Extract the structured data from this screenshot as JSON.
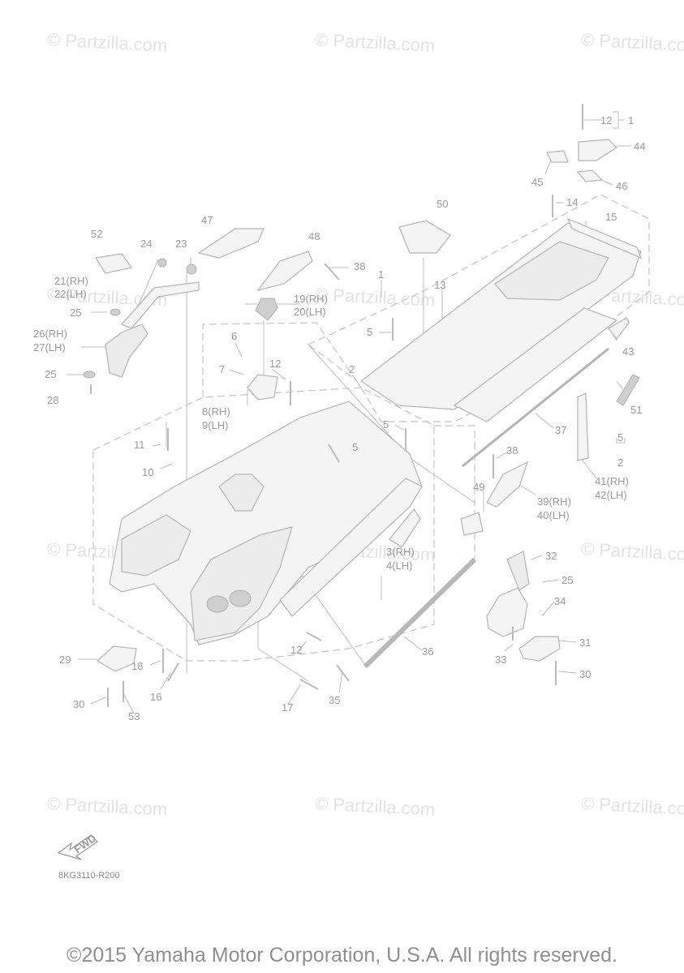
{
  "watermark": "© Partzilla.com",
  "diagram_code": "8KG3110-R200",
  "copyright": "©2015 Yamaha Motor Corporation, U.S.A. All rights reserved.",
  "fwd_label": "FWD",
  "callouts": {
    "c1_top": "1",
    "c12_top": "12",
    "c44": "44",
    "c45": "45",
    "c46": "46",
    "c14": "14",
    "c15": "15",
    "c50": "50",
    "c47": "47",
    "c48": "48",
    "c52": "52",
    "c24": "24",
    "c23": "23",
    "c38_top": "38",
    "c1_mid": "1",
    "c13": "13",
    "c21": "21(RH)",
    "c22": "22(LH)",
    "c19": "19(RH)",
    "c20": "20(LH)",
    "c25_top": "25",
    "c26": "26(RH)",
    "c27": "27(LH)",
    "c5_a": "5",
    "c6": "6",
    "c43": "43",
    "c7": "7",
    "c12_mid": "12",
    "c2_top": "2",
    "c25_mid": "25",
    "c28": "28",
    "c8": "8(RH)",
    "c9": "9(LH)",
    "c51": "51",
    "c37": "37",
    "c5_b": "5",
    "c5_c": "5",
    "c5_d": "5",
    "c2_right": "2",
    "c11": "11",
    "c10": "10",
    "c38_mid": "38",
    "c41": "41(RH)",
    "c42": "42(LH)",
    "c49": "49",
    "c39": "39(RH)",
    "c40": "40(LH)",
    "c3": "3(RH)",
    "c4": "4(LH)",
    "c32": "32",
    "c25_low": "25",
    "c34": "34",
    "c31": "31",
    "c33": "33",
    "c30_right": "30",
    "c36": "36",
    "c29": "29",
    "c18": "18",
    "c12_low": "12",
    "c16": "16",
    "c30_left": "30",
    "c53": "53",
    "c17": "17",
    "c35": "35"
  }
}
